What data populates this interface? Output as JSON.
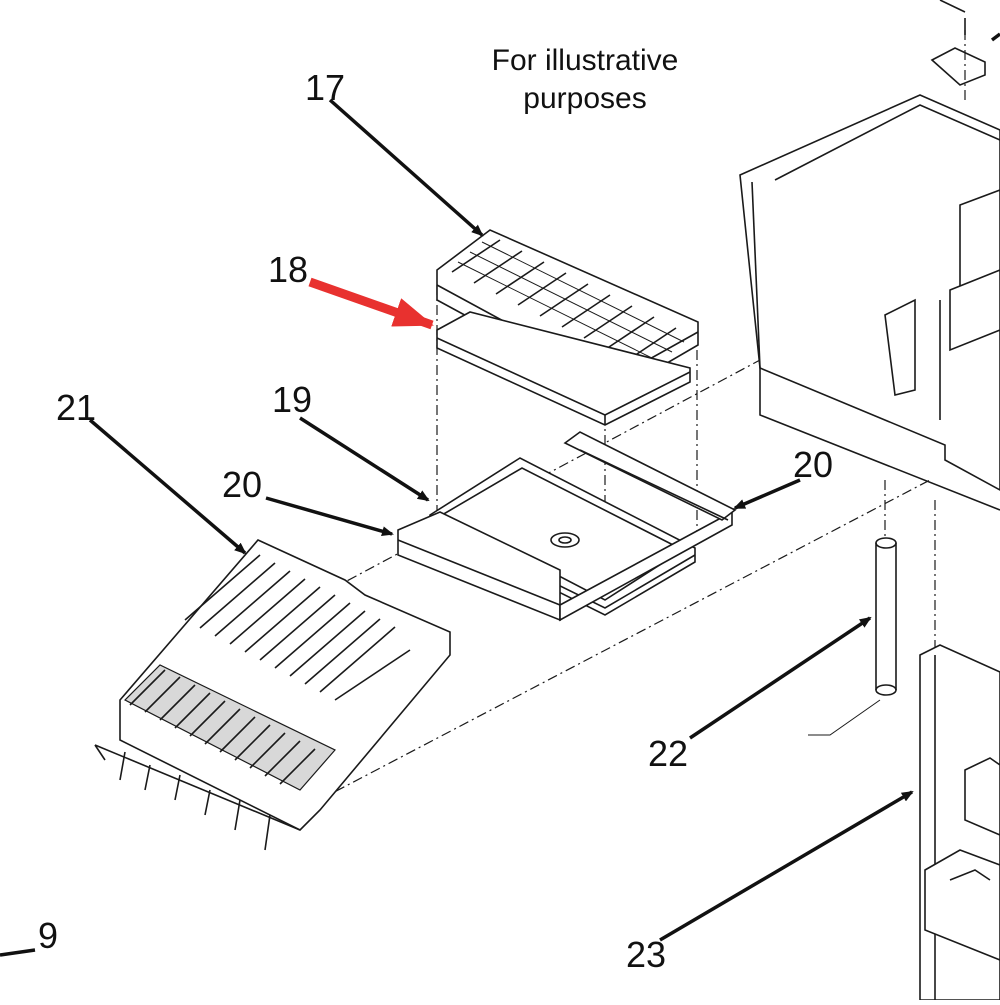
{
  "diagram": {
    "note_line1": "For illustrative",
    "note_line2": "purposes",
    "callouts": {
      "c17": "17",
      "c18": "18",
      "c19": "19",
      "c20a": "20",
      "c20b": "20",
      "c21": "21",
      "c22": "22",
      "c23": "23",
      "c9": "9"
    },
    "colors": {
      "highlight_arrow": "#e8312f",
      "line": "#1a1a1a",
      "background": "#ffffff"
    }
  }
}
